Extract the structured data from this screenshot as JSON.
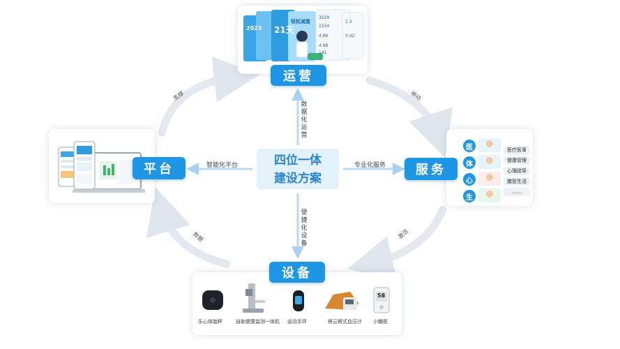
{
  "center": {
    "line1": "四位一体",
    "line2": "建设方案"
  },
  "nodes": {
    "top": "运营",
    "left": "平台",
    "right": "服务",
    "bottom": "设备"
  },
  "connectors": {
    "top": "数据化运营",
    "left": "智能化平台",
    "right": "专业化服务",
    "bottom": "便捷化设备"
  },
  "arcs": {
    "top_left": "支撑",
    "top_right": "带动",
    "bottom_right": "激活",
    "bottom_left": "数据"
  },
  "service": {
    "circles": [
      "医",
      "体",
      "心",
      "生"
    ],
    "tags": [
      "医疗医事",
      "健康管理",
      "心理疏导",
      "膳管生活",
      "……"
    ]
  },
  "devices": [
    {
      "name": "scale",
      "label": "乐心体脂秤"
    },
    {
      "name": "kiosk",
      "label": "自助健康监测一体机"
    },
    {
      "name": "band",
      "label": "运动手环"
    },
    {
      "name": "bp-monitor",
      "label": "臂云臂式血压计"
    },
    {
      "name": "glucose-meter",
      "label": "小糖医",
      "reading": "58"
    }
  ],
  "operations_snippet": {
    "poster_text_1": "2023",
    "poster_text_2": "21天",
    "poster_text_3": "轻松减重",
    "stats": [
      "3229",
      "2234",
      "4.86",
      "0.42",
      "4.88",
      "141",
      "1.3"
    ]
  },
  "colors": {
    "primary": "#1e96e6",
    "arc": "#e8edf2",
    "arrow": "#b9d9f1",
    "center_bg": "#e3f1fb"
  }
}
